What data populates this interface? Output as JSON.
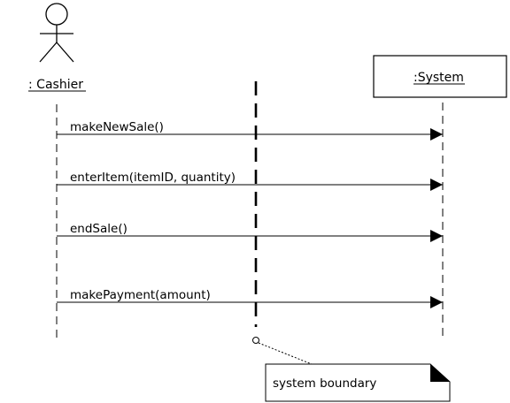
{
  "diagram": {
    "actor": {
      "label": ": Cashier",
      "icon": "stick-figure-icon"
    },
    "system": {
      "label": ":System"
    },
    "messages": [
      {
        "label": "makeNewSale()"
      },
      {
        "label": "enterItem(itemID, quantity)"
      },
      {
        "label": "endSale()"
      },
      {
        "label": "makePayment(amount)"
      }
    ],
    "note": {
      "label": "system boundary"
    }
  }
}
